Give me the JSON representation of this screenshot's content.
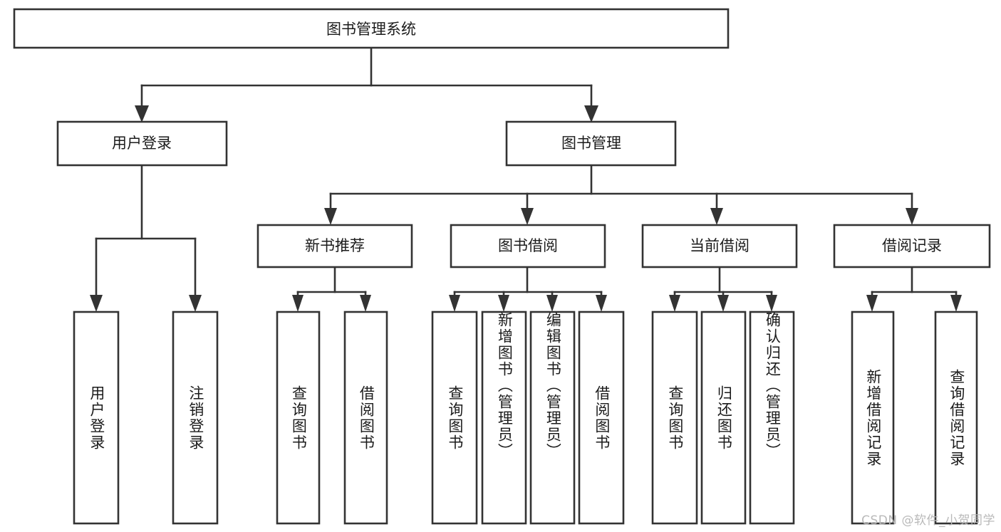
{
  "diagram": {
    "type": "tree-hierarchy",
    "title": "图书管理系统",
    "orientation": "top-down",
    "watermark": "CSDN @软件_小贺同学",
    "colors": {
      "box_stroke": "#333333",
      "box_fill": "#ffffff",
      "text": "#1b1b1b",
      "background": "#ffffff",
      "watermark": "#b9b9b9"
    },
    "levels": [
      {
        "level": 1,
        "nodes": [
          {
            "id": "root",
            "label": "图书管理系统"
          }
        ]
      },
      {
        "level": 2,
        "nodes": [
          {
            "id": "login",
            "label": "用户登录",
            "parent": "root"
          },
          {
            "id": "bookmgmt",
            "label": "图书管理",
            "parent": "root"
          }
        ]
      },
      {
        "level": 3,
        "nodes": [
          {
            "id": "newbook",
            "label": "新书推荐",
            "parent": "bookmgmt"
          },
          {
            "id": "borrow",
            "label": "图书借阅",
            "parent": "bookmgmt"
          },
          {
            "id": "current",
            "label": "当前借阅",
            "parent": "bookmgmt"
          },
          {
            "id": "records",
            "label": "借阅记录",
            "parent": "bookmgmt"
          }
        ]
      },
      {
        "level": 4,
        "nodes": [
          {
            "id": "leaf1",
            "label": "用户登录",
            "parent": "login"
          },
          {
            "id": "leaf2",
            "label": "注销登录",
            "parent": "login"
          },
          {
            "id": "leaf3",
            "label": "查询图书",
            "parent": "newbook"
          },
          {
            "id": "leaf4",
            "label": "借阅图书",
            "parent": "newbook"
          },
          {
            "id": "leaf5",
            "label": "查询图书",
            "parent": "borrow"
          },
          {
            "id": "leaf6",
            "label": "新增图书（管理员）",
            "parent": "borrow"
          },
          {
            "id": "leaf7",
            "label": "编辑图书（管理员）",
            "parent": "borrow"
          },
          {
            "id": "leaf8",
            "label": "借阅图书",
            "parent": "borrow"
          },
          {
            "id": "leaf9",
            "label": "查询图书",
            "parent": "current"
          },
          {
            "id": "leaf10",
            "label": "归还图书",
            "parent": "current"
          },
          {
            "id": "leaf11",
            "label": "确认归还（管理员）",
            "parent": "current"
          },
          {
            "id": "leaf12",
            "label": "新增借阅记录",
            "parent": "records"
          },
          {
            "id": "leaf13",
            "label": "查询借阅记录",
            "parent": "records"
          }
        ]
      }
    ]
  }
}
